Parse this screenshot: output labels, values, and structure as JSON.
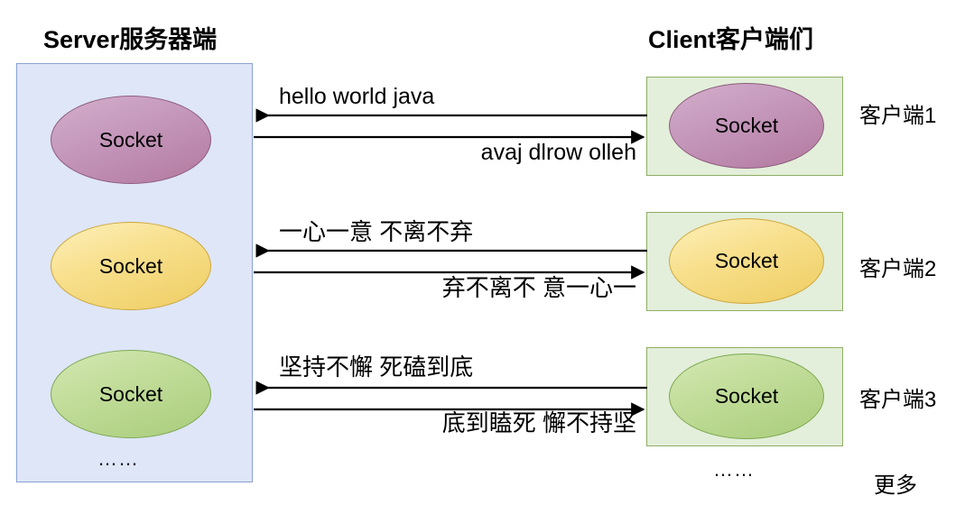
{
  "diagram": {
    "server": {
      "title": "Server服务器端",
      "sockets": [
        {
          "label": "Socket",
          "color": "#b3799f"
        },
        {
          "label": "Socket",
          "color": "#eecd62"
        },
        {
          "label": "Socket",
          "color": "#a9cd7b"
        }
      ],
      "ellipsis": "……",
      "box_fill": "#dee6f8",
      "box_border": "#8ba2d4"
    },
    "client": {
      "title": "Client客户端们",
      "ellipsis": "……",
      "more_label": "更多",
      "box_fill": "#e3efda",
      "box_border": "#8fae63",
      "items": [
        {
          "socket_label": "Socket",
          "name": "客户端1",
          "color": "#b3799f"
        },
        {
          "socket_label": "Socket",
          "name": "客户端2",
          "color": "#eecd62"
        },
        {
          "socket_label": "Socket",
          "name": "客户端3",
          "color": "#a9cd7b"
        }
      ]
    },
    "exchanges": [
      {
        "to_server": "hello    world    java",
        "to_client": "avaj   dlrow     olleh"
      },
      {
        "to_server": "一心一意     不离不弃",
        "to_client": "弃不离不     意一心一"
      },
      {
        "to_server": "坚持不懈   死磕到底",
        "to_client": "底到瞌死     懈不持坚"
      }
    ]
  }
}
